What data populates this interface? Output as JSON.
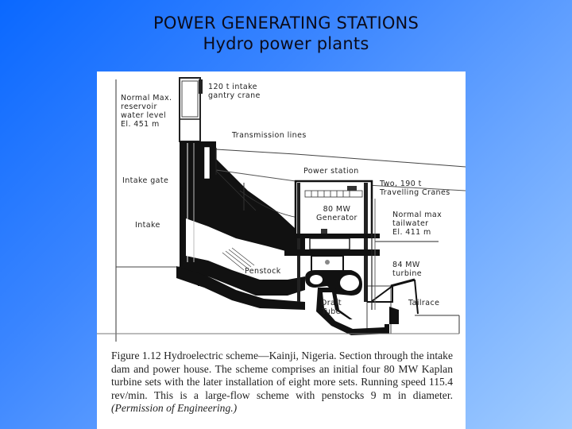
{
  "slide": {
    "title_line1": "POWER GENERATING STATIONS",
    "title_line2": "Hydro power plants",
    "background_gradient": [
      "#0a68ff",
      "#a0ccff"
    ]
  },
  "figure": {
    "labels": {
      "reservoir": "Normal Max.\nreservoir\nwater level\nEl. 451 m",
      "gantry_crane": "120 t intake\ngantry crane",
      "transmission": "Transmission lines",
      "power_station": "Power station",
      "travelling_cranes": "Two, 190 t\nTravelling Cranes",
      "intake_gate": "Intake gate",
      "generator": "80 MW\nGenerator",
      "tailwater": "Normal max\ntailwater\nEl. 411 m",
      "intake": "Intake",
      "penstock": "Penstock",
      "turbine": "84 MW\nturbine",
      "draft_tube": "Draft\nTube",
      "tailrace": "Tailrace"
    },
    "caption": {
      "figure_no": "Figure 1.12",
      "text_1": "Hydroelectric scheme—Kainji, Nigeria. Section through the intake dam and power house. The scheme comprises an initial four 80 MW Kaplan turbine sets with the later installation of eight more sets. Running speed 115.4 rev/min. This is a large-flow scheme with penstocks 9 m in diameter.",
      "permission": "(Permission of Engineering.)"
    }
  }
}
